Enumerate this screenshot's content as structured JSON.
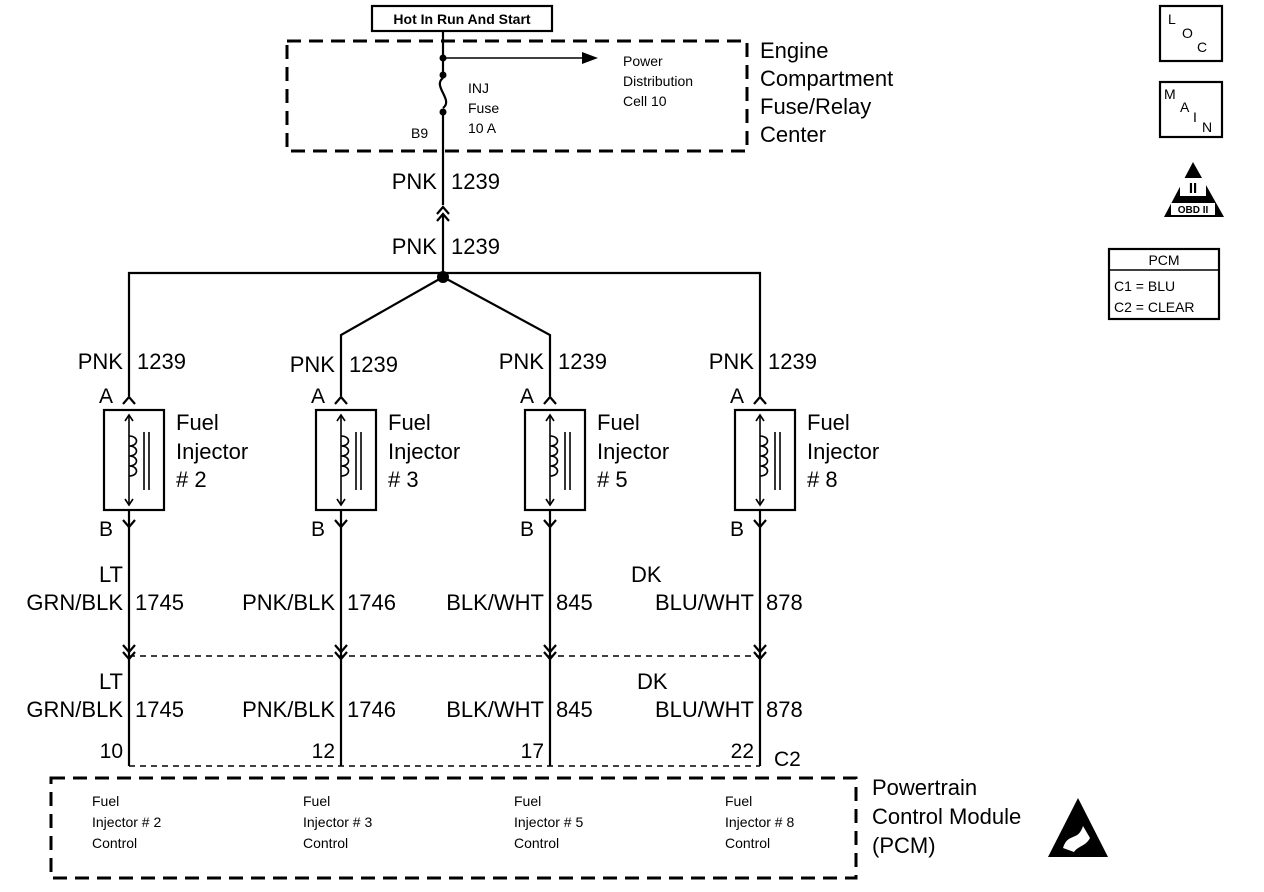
{
  "power_source": {
    "label": "Hot In Run And Start"
  },
  "fuse_center": {
    "title_lines": [
      "Engine",
      "Compartment",
      "Fuse/Relay",
      "Center"
    ],
    "fuse_lines": [
      "INJ",
      "Fuse",
      "10 A"
    ],
    "terminal": "B9",
    "distribution_lines": [
      "Power",
      "Distribution",
      "Cell 10"
    ]
  },
  "feed_wire": {
    "color": "PNK",
    "circuit": "1239"
  },
  "injectors": [
    {
      "name_lines": [
        "Fuel",
        "Injector",
        "# 2"
      ],
      "terminal_a": "A",
      "terminal_b": "B",
      "feed_color": "PNK",
      "feed_circuit": "1239",
      "out_color_lines": [
        "LT",
        "GRN/BLK"
      ],
      "out_circuit": "1745",
      "pcm_pin": "10",
      "pcm_label_lines": [
        "Fuel",
        "Injector # 2",
        "Control"
      ]
    },
    {
      "name_lines": [
        "Fuel",
        "Injector",
        "# 3"
      ],
      "terminal_a": "A",
      "terminal_b": "B",
      "feed_color": "PNK",
      "feed_circuit": "1239",
      "out_color_lines": [
        "",
        "PNK/BLK"
      ],
      "out_circuit": "1746",
      "pcm_pin": "12",
      "pcm_label_lines": [
        "Fuel",
        "Injector # 3",
        "Control"
      ]
    },
    {
      "name_lines": [
        "Fuel",
        "Injector",
        "# 5"
      ],
      "terminal_a": "A",
      "terminal_b": "B",
      "feed_color": "PNK",
      "feed_circuit": "1239",
      "out_color_lines": [
        "",
        "BLK/WHT"
      ],
      "out_circuit": "845",
      "pcm_pin": "17",
      "pcm_label_lines": [
        "Fuel",
        "Injector # 5",
        "Control"
      ]
    },
    {
      "name_lines": [
        "Fuel",
        "Injector",
        "# 8"
      ],
      "terminal_a": "A",
      "terminal_b": "B",
      "feed_color": "PNK",
      "feed_circuit": "1239",
      "out_color_lines": [
        "DK",
        "BLU/WHT"
      ],
      "out_circuit": "878",
      "pcm_pin": "22",
      "pcm_label_lines": [
        "Fuel",
        "Injector # 8",
        "Control"
      ]
    }
  ],
  "pcm": {
    "connector": "C2",
    "title_lines": [
      "Powertrain",
      "Control Module",
      "(PCM)"
    ]
  },
  "legend": {
    "loc_letters": [
      "L",
      "O",
      "C"
    ],
    "main_letters": [
      "M",
      "A",
      "I",
      "N"
    ],
    "obd_text": "OBD II",
    "obd_mark": "II",
    "pcm_box": {
      "title": "PCM",
      "lines": [
        "C1 = BLU",
        "C2 = CLEAR"
      ]
    }
  }
}
